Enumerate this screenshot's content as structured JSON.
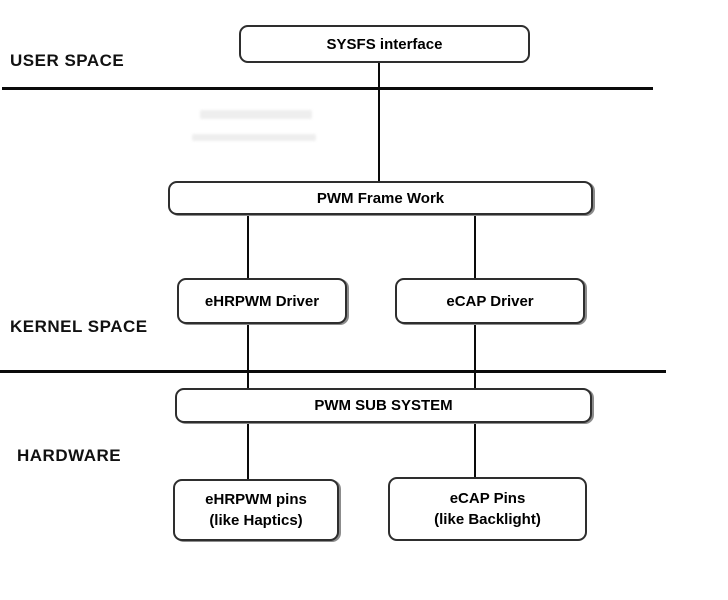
{
  "layers": {
    "user_space": "USER SPACE",
    "kernel_space": "KERNEL SPACE",
    "hardware": "HARDWARE"
  },
  "nodes": {
    "sysfs": {
      "label": "SYSFS interface"
    },
    "framework": {
      "label": "PWM Frame Work"
    },
    "ehrpwm_driver": {
      "label": "eHRPWM Driver"
    },
    "ecap_driver": {
      "label": "eCAP Driver"
    },
    "pwm_subsystem": {
      "label": "PWM SUB SYSTEM"
    },
    "ehrpwm_pins": {
      "label": "eHRPWM pins",
      "sublabel": "(like Haptics)"
    },
    "ecap_pins": {
      "label": "eCAP Pins",
      "sublabel": "(like Backlight)"
    }
  },
  "colors": {
    "background": "#ffffff",
    "line": "#0a0a0a",
    "box_border": "#2e2e2e",
    "box_shadow": "#8c8c8c",
    "text": "#000000"
  }
}
